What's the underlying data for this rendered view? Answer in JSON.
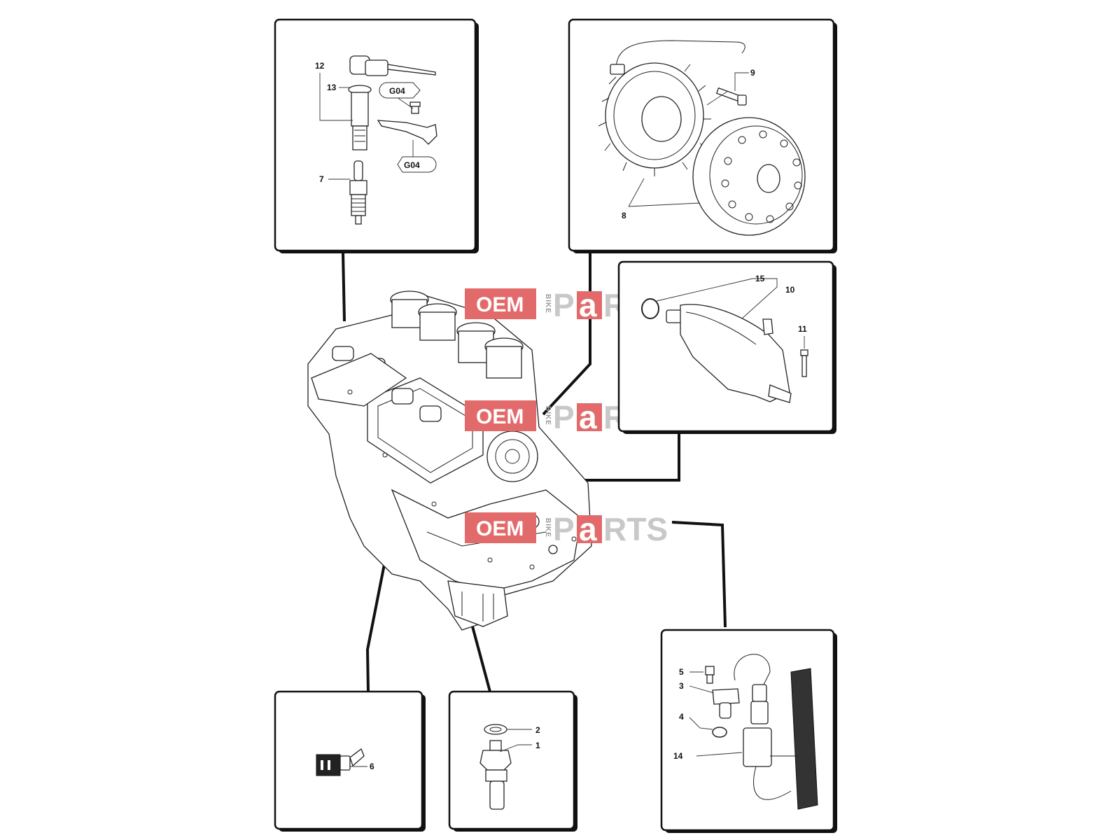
{
  "diagram": {
    "callouts": {
      "c1": "1",
      "c2": "2",
      "c3": "3",
      "c4": "4",
      "c5": "5",
      "c6": "6",
      "c7": "7",
      "c8": "8",
      "c9": "9",
      "c10": "10",
      "c11": "11",
      "c12": "12",
      "c13": "13",
      "c14": "14",
      "c15": "15"
    },
    "refs": {
      "g04_top": "G04",
      "g04_bottom": "G04"
    },
    "watermark": {
      "oem": "OEM",
      "bike": "BIKE",
      "p": "P",
      "a": "a",
      "rts": "RTS"
    }
  }
}
